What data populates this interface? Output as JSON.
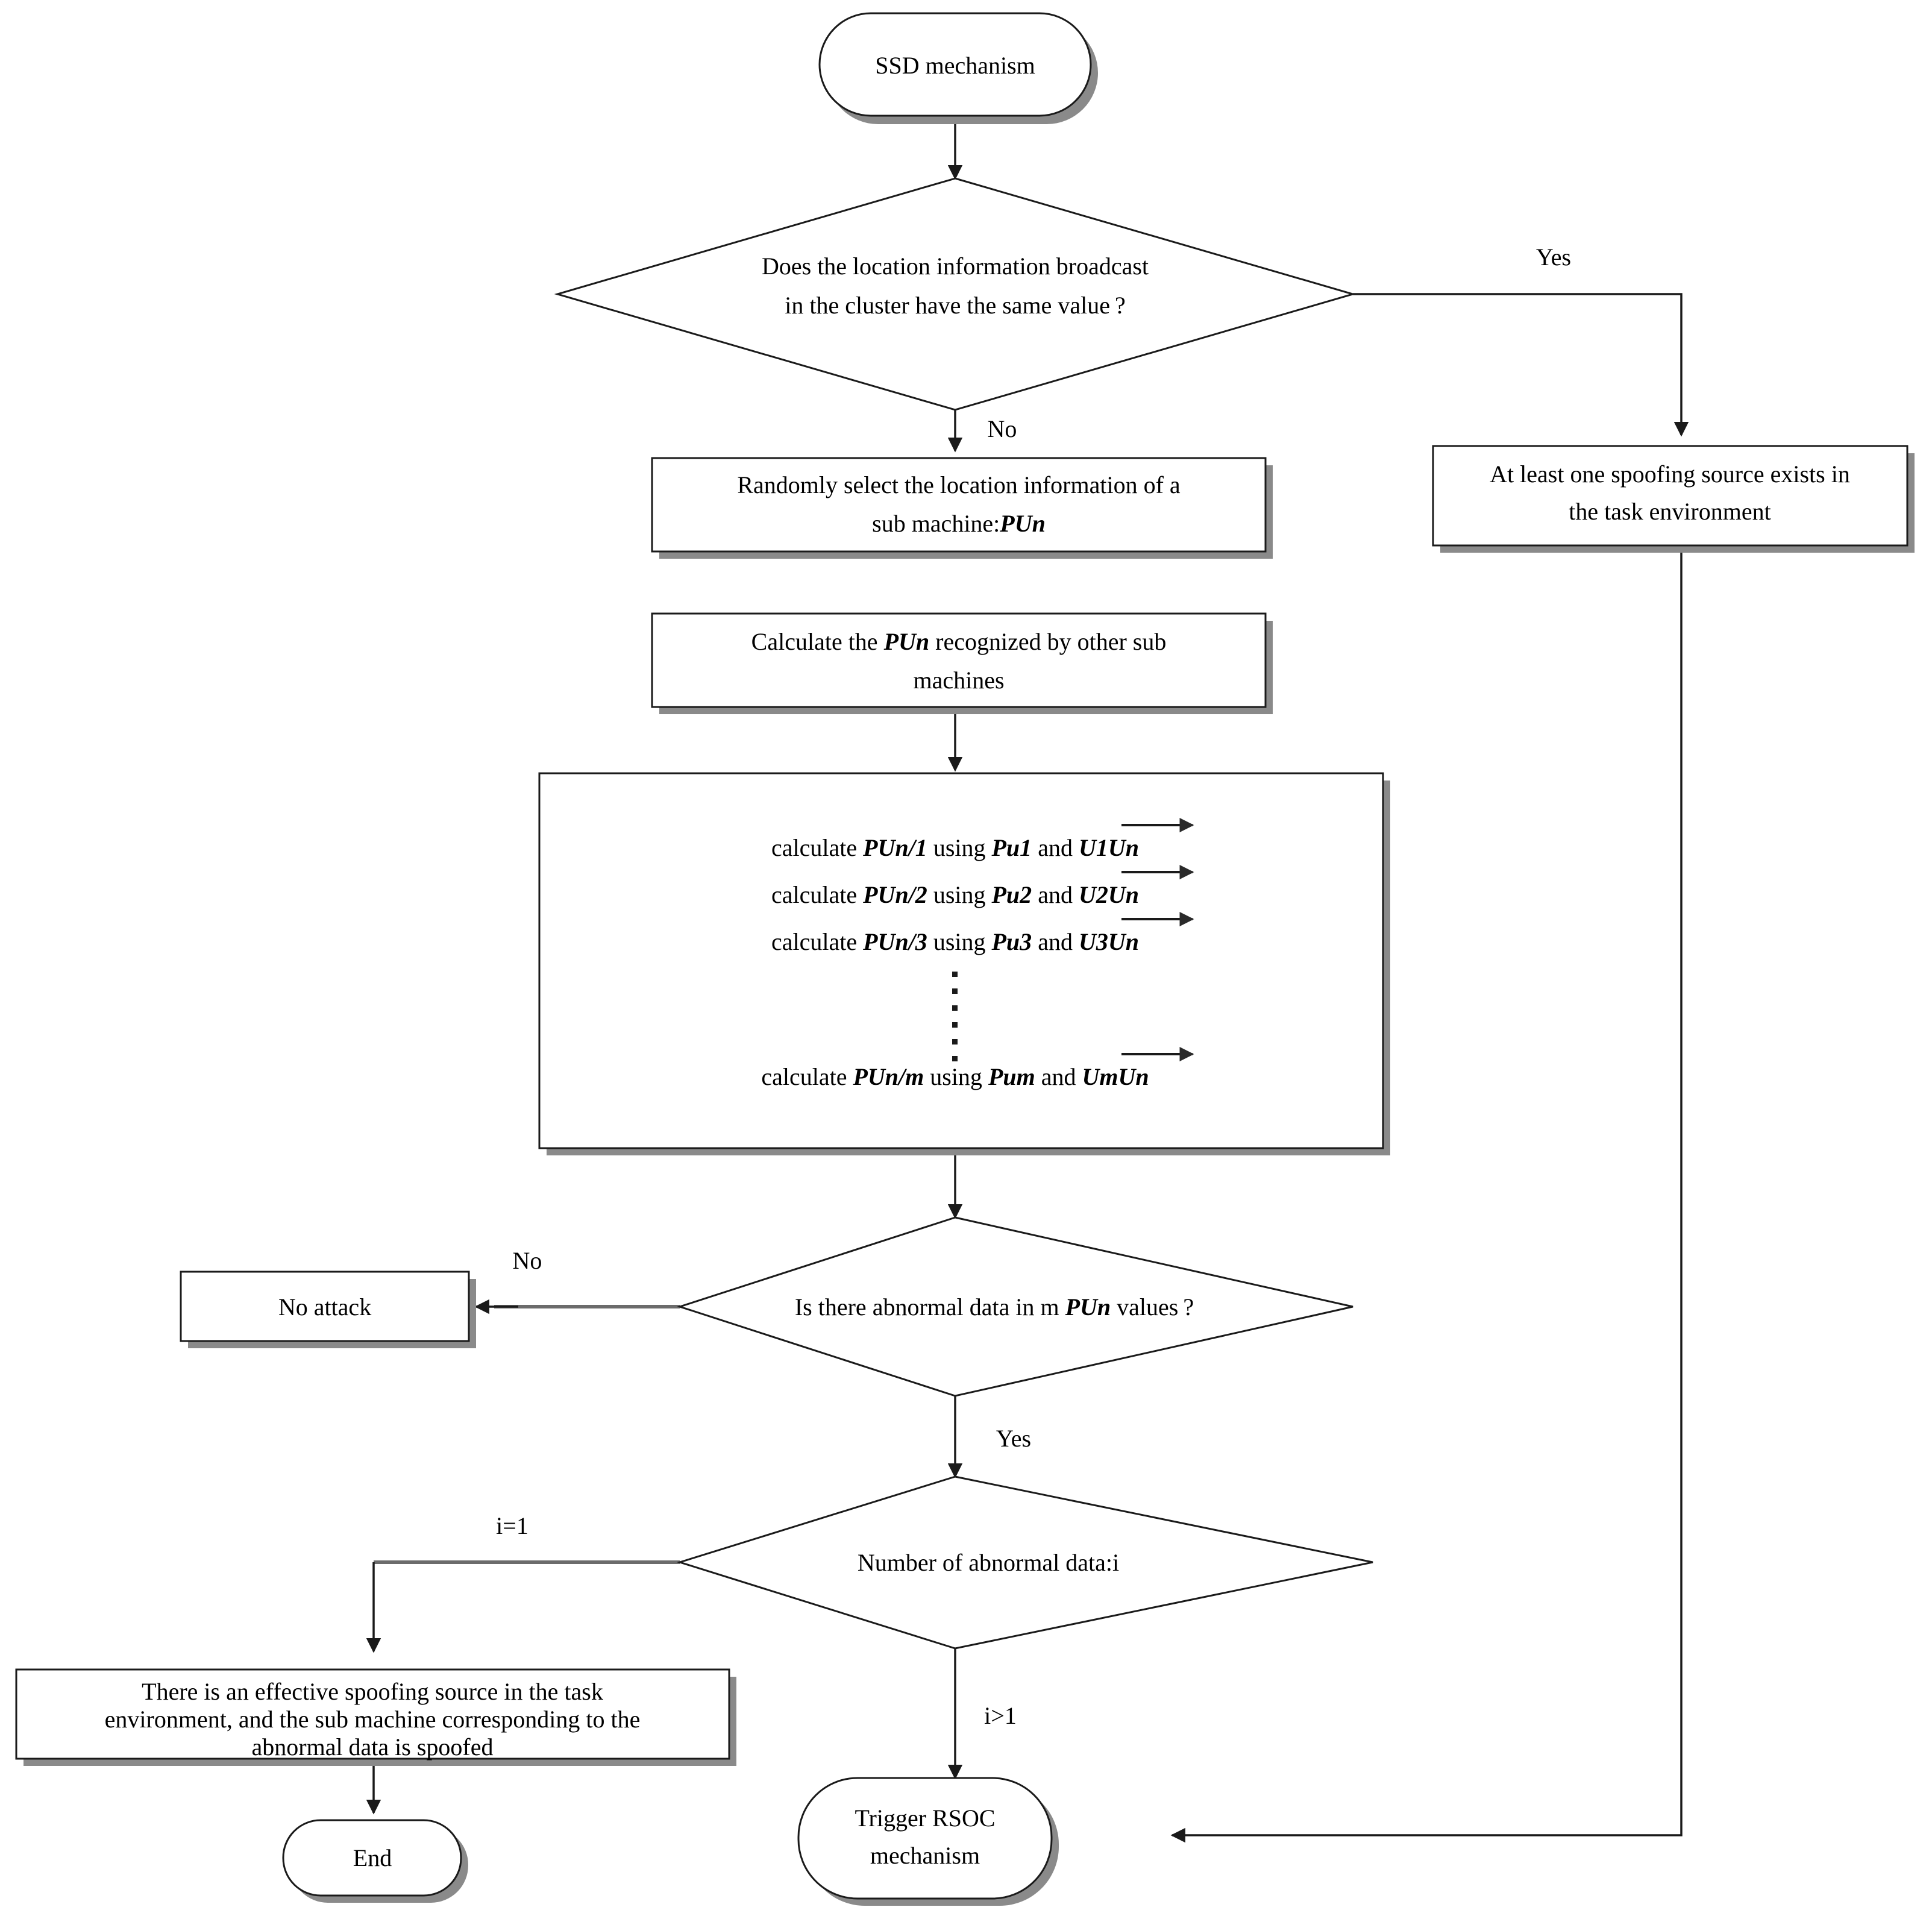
{
  "diagram": {
    "title": "SSD mechanism flowchart",
    "type": "flowchart",
    "background_color": "#ffffff",
    "line_color": "#1a1a1a",
    "shadow_color": "#8a8a8a"
  },
  "nodes": {
    "start": {
      "shape": "terminator",
      "label": "SSD mechanism"
    },
    "decision_same_value": {
      "shape": "decision",
      "line1": "Does the location information broadcast",
      "line2": "in the cluster have the same value ?"
    },
    "spoof_source_exists": {
      "shape": "process",
      "line1": "At least one spoofing source exists in",
      "line2": "the task environment"
    },
    "random_select": {
      "shape": "process",
      "line1": "Randomly select the location information of a",
      "line2_prefix": "sub machine:",
      "line2_var": "PUn"
    },
    "calc_recognized": {
      "shape": "process",
      "line1_prefix": "Calculate the ",
      "line1_var": "PUn",
      "line1_suffix": " recognized by other sub",
      "line2": "machines"
    },
    "calc_block": {
      "shape": "process",
      "rows": [
        {
          "prefix": "calculate ",
          "target": "PUn/1",
          "mid": "  using ",
          "source": "Pu1",
          "and": " and ",
          "vector": "U1Un"
        },
        {
          "prefix": "calculate ",
          "target": "PUn/2",
          "mid": "  using ",
          "source": "Pu2",
          "and": " and ",
          "vector": "U2Un"
        },
        {
          "prefix": "calculate ",
          "target": "PUn/3",
          "mid": "  using ",
          "source": "Pu3",
          "and": " and ",
          "vector": "U3Un"
        },
        {
          "prefix": "calculate ",
          "target": "PUn/m",
          "mid": "  using ",
          "source": "Pum",
          "and": " and ",
          "vector": "UmUn"
        }
      ],
      "ellipsis": "vertical-dots"
    },
    "decision_abnormal": {
      "shape": "decision",
      "prefix": "Is there abnormal data in m ",
      "var": "PUn",
      "suffix": " values ?"
    },
    "no_attack": {
      "shape": "process",
      "label": "No attack"
    },
    "decision_count": {
      "shape": "decision",
      "label": "Number of abnormal data:i"
    },
    "effective_spoof": {
      "shape": "process",
      "line1": "There is an effective spoofing source in the task",
      "line2": "environment, and the sub machine corresponding to the",
      "line3": "abnormal data is spoofed"
    },
    "end": {
      "shape": "terminator",
      "label": "End"
    },
    "trigger_rsoc": {
      "shape": "terminator",
      "line1": "Trigger RSOC",
      "line2": "mechanism"
    }
  },
  "edge_labels": {
    "yes_top_right": "Yes",
    "no_down": "No",
    "no_left": "No",
    "yes_down": "Yes",
    "i_equals_1": "i=1",
    "i_greater_1": "i>1"
  }
}
